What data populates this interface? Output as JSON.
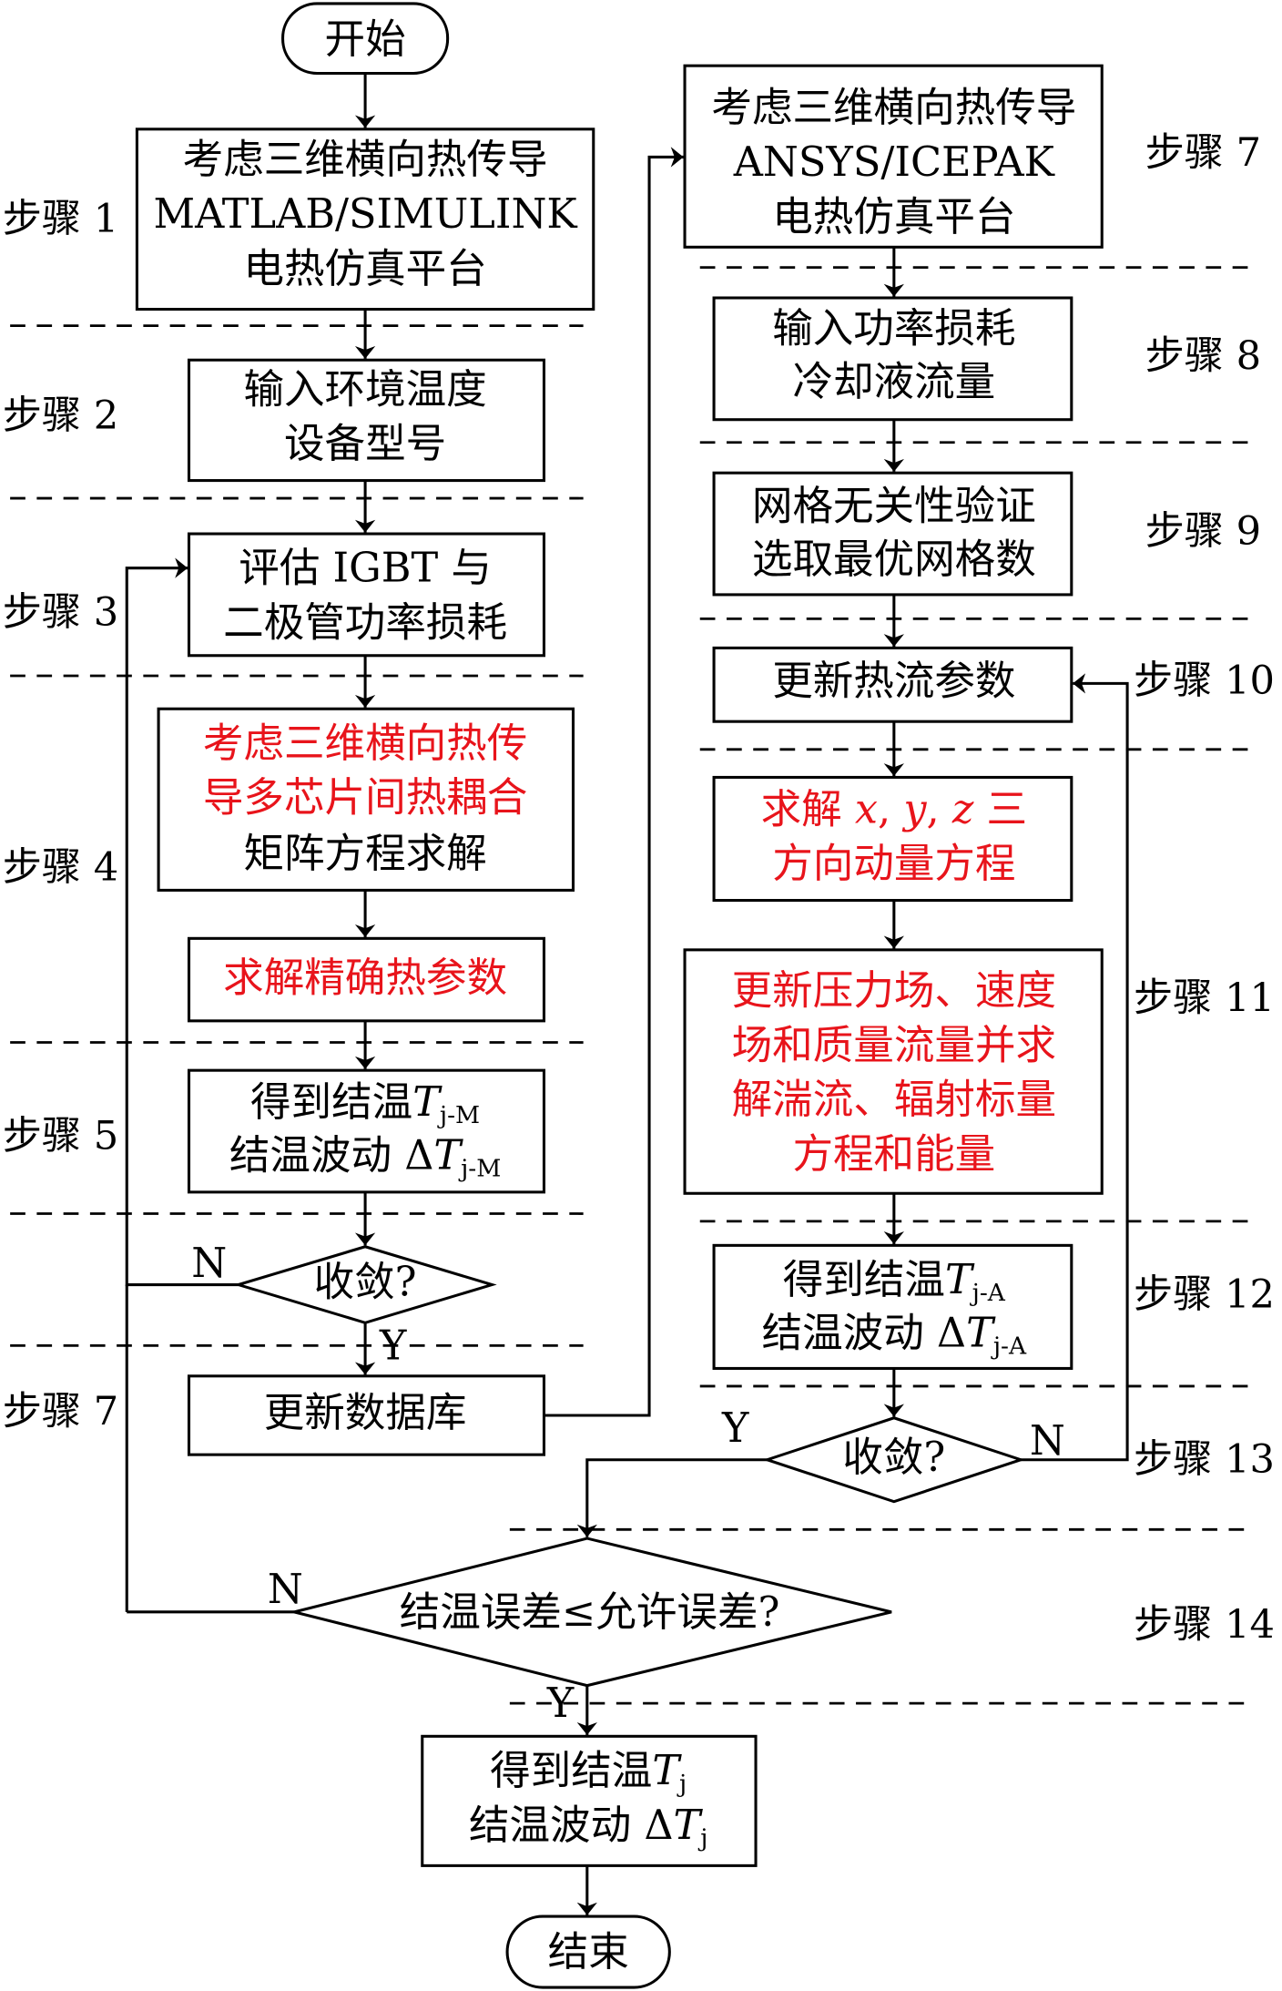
{
  "colors": {
    "emphasis": "#e8141b",
    "line": "#000000"
  },
  "start": "开始",
  "end": "结束",
  "left": {
    "box1": [
      "考虑三维横向热传导",
      "MATLAB/SIMULINK",
      "电热仿真平台"
    ],
    "box2": [
      "输入环境温度",
      "设备型号"
    ],
    "box3": [
      "评估 IGBT 与",
      "二极管功率损耗"
    ],
    "box4": [
      "考虑三维横向热传",
      "导多芯片间热耦合",
      "矩阵方程求解"
    ],
    "box5": [
      "求解精确热参数"
    ],
    "box6": {
      "l1": "得到结温",
      "T": "T",
      "sub": "j-M",
      "l2": "结温波动 Δ"
    },
    "decision": "收敛?",
    "no": "N",
    "yes": "Y",
    "box7": [
      "更新数据库"
    ]
  },
  "right": {
    "box1": [
      "考虑三维横向热传导",
      "ANSYS/ICEPAK",
      "电热仿真平台"
    ],
    "box2": [
      "输入功率损耗",
      "冷却液流量"
    ],
    "box3": [
      "网格无关性验证",
      "选取最优网格数"
    ],
    "box4": [
      "更新热流参数"
    ],
    "box5": {
      "a": "求解 ",
      "x": "x",
      "c1": ", ",
      "y": "y",
      "c2": ", ",
      "z": "z",
      "b": " 三",
      "l2": "方向动量方程"
    },
    "box6": [
      "更新压力场、速度",
      "场和质量流量并求",
      "解湍流、辐射标量",
      "方程和能量"
    ],
    "box7": {
      "l1": "得到结温",
      "T": "T",
      "sub": "j-A",
      "l2": "结温波动 Δ"
    },
    "decision": "收敛?",
    "no": "N",
    "yes": "Y"
  },
  "final": {
    "decision": "结温误差≤允许误差?",
    "no": "N",
    "yes": "Y",
    "box": {
      "l1": "得到结温",
      "T": "T",
      "sub": "j",
      "l2": "结温波动 Δ"
    }
  },
  "steps": {
    "s1": "步骤 1",
    "s2": "步骤 2",
    "s3": "步骤 3",
    "s4": "步骤 4",
    "s5": "步骤 5",
    "s7l": "步骤 7",
    "s7r": "步骤 7",
    "s8": "步骤 8",
    "s9": "步骤 9",
    "s10": "步骤 10",
    "s11": "步骤 11",
    "s12": "步骤 12",
    "s13": "步骤 13",
    "s14": "步骤 14"
  }
}
